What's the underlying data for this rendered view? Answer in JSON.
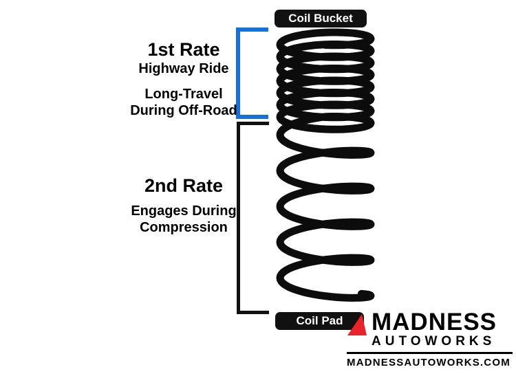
{
  "diagram": {
    "coil_bucket_label": "Coil Bucket",
    "coil_pad_label": "Coil Pad",
    "first_rate": {
      "title": "1st Rate",
      "line1": "Highway Ride",
      "line2": "Long-Travel",
      "line3": "During Off-Road"
    },
    "second_rate": {
      "title": "2nd Rate",
      "line1": "Engages During",
      "line2": "Compression"
    },
    "colors": {
      "first_rate_bracket": "#1670d8",
      "second_rate_bracket": "#111111",
      "spring": "#0c0c0c",
      "badge_bg": "#111111",
      "badge_text": "#ffffff"
    }
  },
  "branding": {
    "name": "MADNESS",
    "subtitle": "AUTOWORKS",
    "website": "MADNESSAUTOWORKS.COM",
    "accent": "#e8232a",
    "text_color": "#000000"
  }
}
